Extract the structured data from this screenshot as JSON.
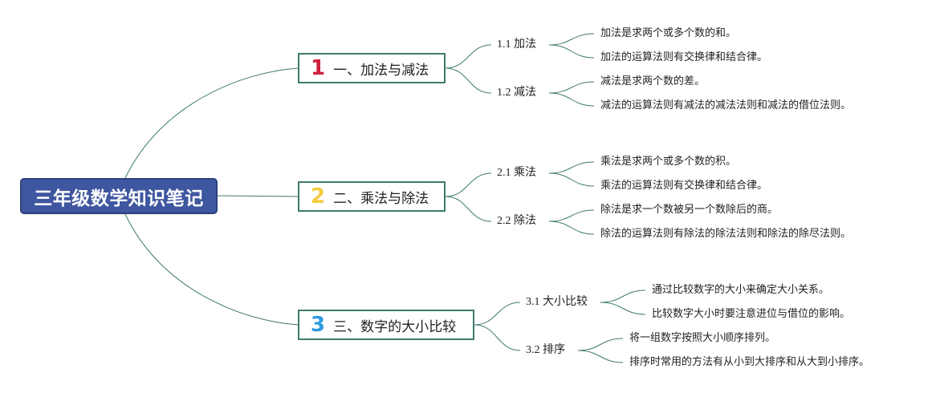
{
  "root": {
    "label": "三年级数学知识笔记",
    "color": "#3f57a0"
  },
  "link_color": "#3f7a6d",
  "sections": [
    {
      "number": "1",
      "number_color": "#d0203a",
      "label": "一、加法与减法",
      "subs": [
        {
          "label": "1.1 加法",
          "leaves": [
            "加法是求两个或多个数的和。",
            "加法的运算法则有交换律和结合律。"
          ]
        },
        {
          "label": "1.2 减法",
          "leaves": [
            "减法是求两个数的差。",
            "减法的运算法则有减法的减法法则和减法的借位法则。"
          ]
        }
      ]
    },
    {
      "number": "2",
      "number_color": "#f3cc3e",
      "label": "二、乘法与除法",
      "subs": [
        {
          "label": "2.1 乘法",
          "leaves": [
            "乘法是求两个或多个数的积。",
            "乘法的运算法则有交换律和结合律。"
          ]
        },
        {
          "label": "2.2 除法",
          "leaves": [
            "除法是求一个数被另一个数除后的商。",
            "除法的运算法则有除法的除法法则和除法的除尽法则。"
          ]
        }
      ]
    },
    {
      "number": "3",
      "number_color": "#2e9be0",
      "label": "三、数字的大小比较",
      "subs": [
        {
          "label": "3.1 大小比较",
          "leaves": [
            "通过比较数字的大小来确定大小关系。",
            "比较数字大小时要注意进位与借位的影响。"
          ]
        },
        {
          "label": "3.2 排序",
          "leaves": [
            "将一组数字按照大小顺序排列。",
            "排序时常用的方法有从小到大排序和从大到小排序。"
          ]
        }
      ]
    }
  ]
}
